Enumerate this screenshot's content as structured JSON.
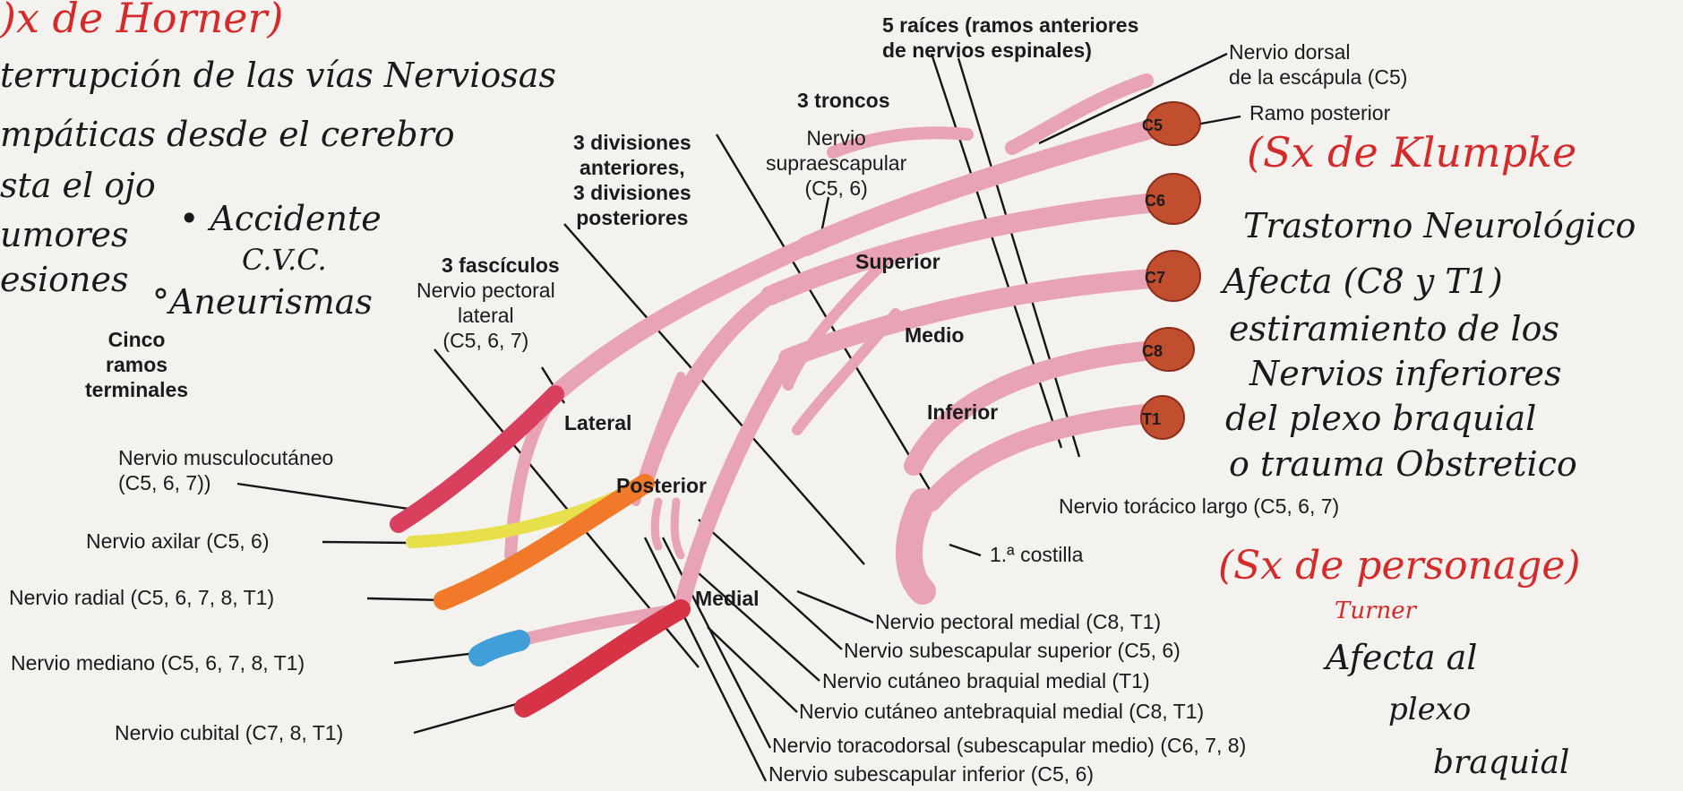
{
  "diagram": {
    "structure_labels": {
      "roots": "5 raíces (ramos anteriores\nde nervios espinales)",
      "trunks": "3 troncos",
      "divisions": "3 divisiones\nanteriores,\n3 divisiones\nposteriores",
      "cords": "3 fascículos",
      "terminal_branches": "Cinco\nramos\nterminales"
    },
    "trunk_labels": {
      "superior": "Superior",
      "middle": "Medio",
      "inferior": "Inferior"
    },
    "cord_labels": {
      "lateral": "Lateral",
      "posterior": "Posterior",
      "medial": "Medial"
    },
    "root_labels": [
      "C5",
      "C6",
      "C7",
      "C8",
      "T1"
    ],
    "nerve_labels": {
      "dorsal_scapular": "Nervio dorsal\nde la escápula (C5)",
      "posterior_ramus": "Ramo posterior",
      "suprascapular": "Nervio\nsupraescapular\n(C5, 6)",
      "lateral_pectoral": "Nervio pectoral\nlateral\n(C5, 6, 7)",
      "musculocutaneous": "Nervio musculocutáneo\n(C5, 6, 7))",
      "axillary": "Nervio axilar (C5, 6)",
      "radial": "Nervio radial (C5, 6, 7, 8, T1)",
      "median": "Nervio mediano (C5, 6, 7, 8, T1)",
      "ulnar": "Nervio cubital (C7, 8, T1)",
      "long_thoracic": "Nervio torácico largo (C5, 6, 7)",
      "first_rib": "1.ª costilla",
      "medial_pectoral": "Nervio pectoral medial (C8, T1)",
      "upper_subscapular": "Nervio subescapular superior (C5, 6)",
      "medial_brachial_cutaneous": "Nervio cutáneo braquial medial (T1)",
      "medial_antebrachial_cutaneous": "Nervio cutáneo antebraquial medial (C8, T1)",
      "thoracodorsal": "Nervio toracodorsal (subescapular medio) (C6, 7, 8)",
      "lower_subscapular": "Nervio subescapular inferior (C5, 6)"
    },
    "colors": {
      "nerve_pink": "#e8a3b4",
      "root_ganglion": "#c24e30",
      "musculocutaneous": "#d9405e",
      "axillary": "#e8e04a",
      "radial": "#f07a2a",
      "median": "#3f9fd6",
      "ulnar": "#d63346",
      "handwriting_red": "#d42a2a"
    }
  },
  "handwritten_notes": {
    "left": {
      "title": ")x de Horner)",
      "line1": "terrupción de las vías Nerviosas",
      "line2": "mpáticas desde el cerebro",
      "line3": "sta el ojo",
      "line4": "umores",
      "line5": "esiones",
      "bullet1": "• Accidente",
      "bullet1b": "C.V.C.",
      "bullet2": "°Aneurismas"
    },
    "right": {
      "title": "(Sx de Klumpke",
      "line1": "Trastorno Neurológico",
      "line2": "Afecta (C8 y T1)",
      "line3": "estiramiento de los",
      "line4": "Nervios inferiores",
      "line5": "del plexo braquial",
      "line6": "o trauma Obstretico",
      "title2": "(Sx de personage)",
      "title2b": "Turner",
      "line7": "Afecta al",
      "line8": "plexo",
      "line9": "braquial"
    }
  }
}
